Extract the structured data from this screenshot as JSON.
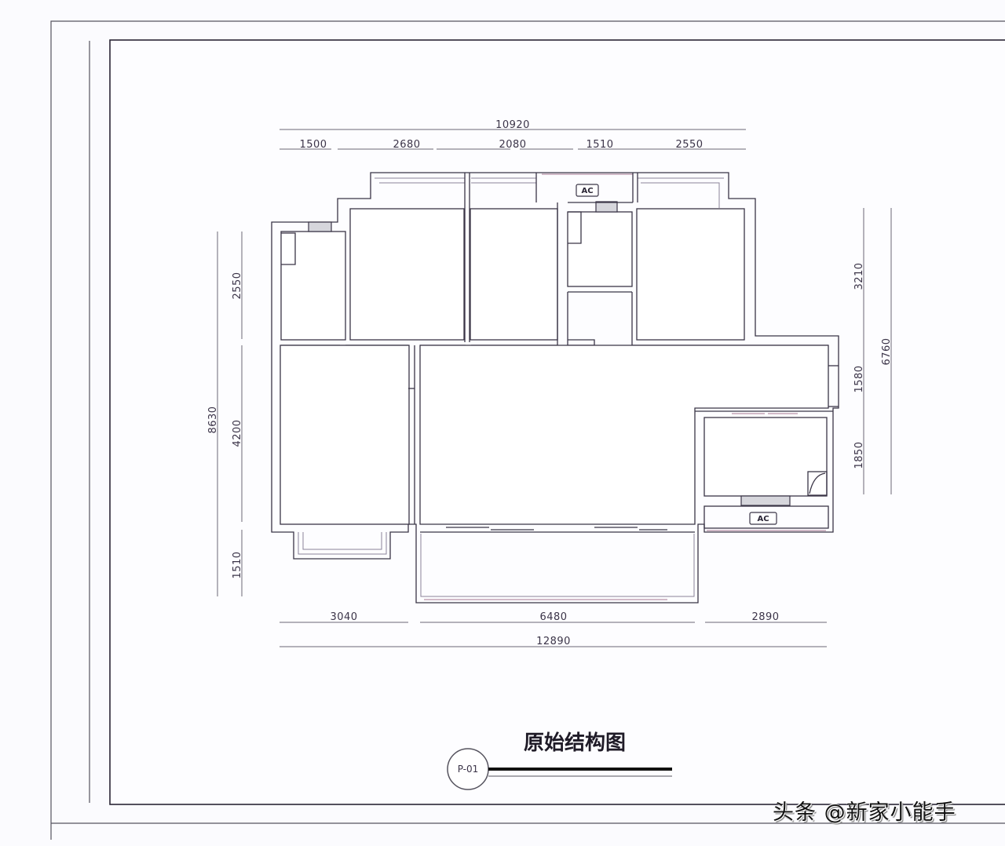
{
  "drawing": {
    "title": "原始结构图",
    "sheet_number": "P-01",
    "ac_label": "AC"
  },
  "dimensions": {
    "top_total": "10920",
    "top_segments": [
      "1500",
      "2680",
      "2080",
      "1510",
      "2550"
    ],
    "bottom_segments": [
      "3040",
      "6480",
      "2890"
    ],
    "bottom_total": "12890",
    "left_total": "8630",
    "left_segments": [
      "2550",
      "4200",
      "1510"
    ],
    "right_total": "6760",
    "right_segments": [
      "3210",
      "1580",
      "1850"
    ]
  },
  "watermark": {
    "text": "头条 @新家小能手"
  },
  "colors": {
    "background": "#fbfbfe",
    "line": "#3a3546",
    "door_fill": "#d6d6dc",
    "window_accent": "#b892a8"
  }
}
